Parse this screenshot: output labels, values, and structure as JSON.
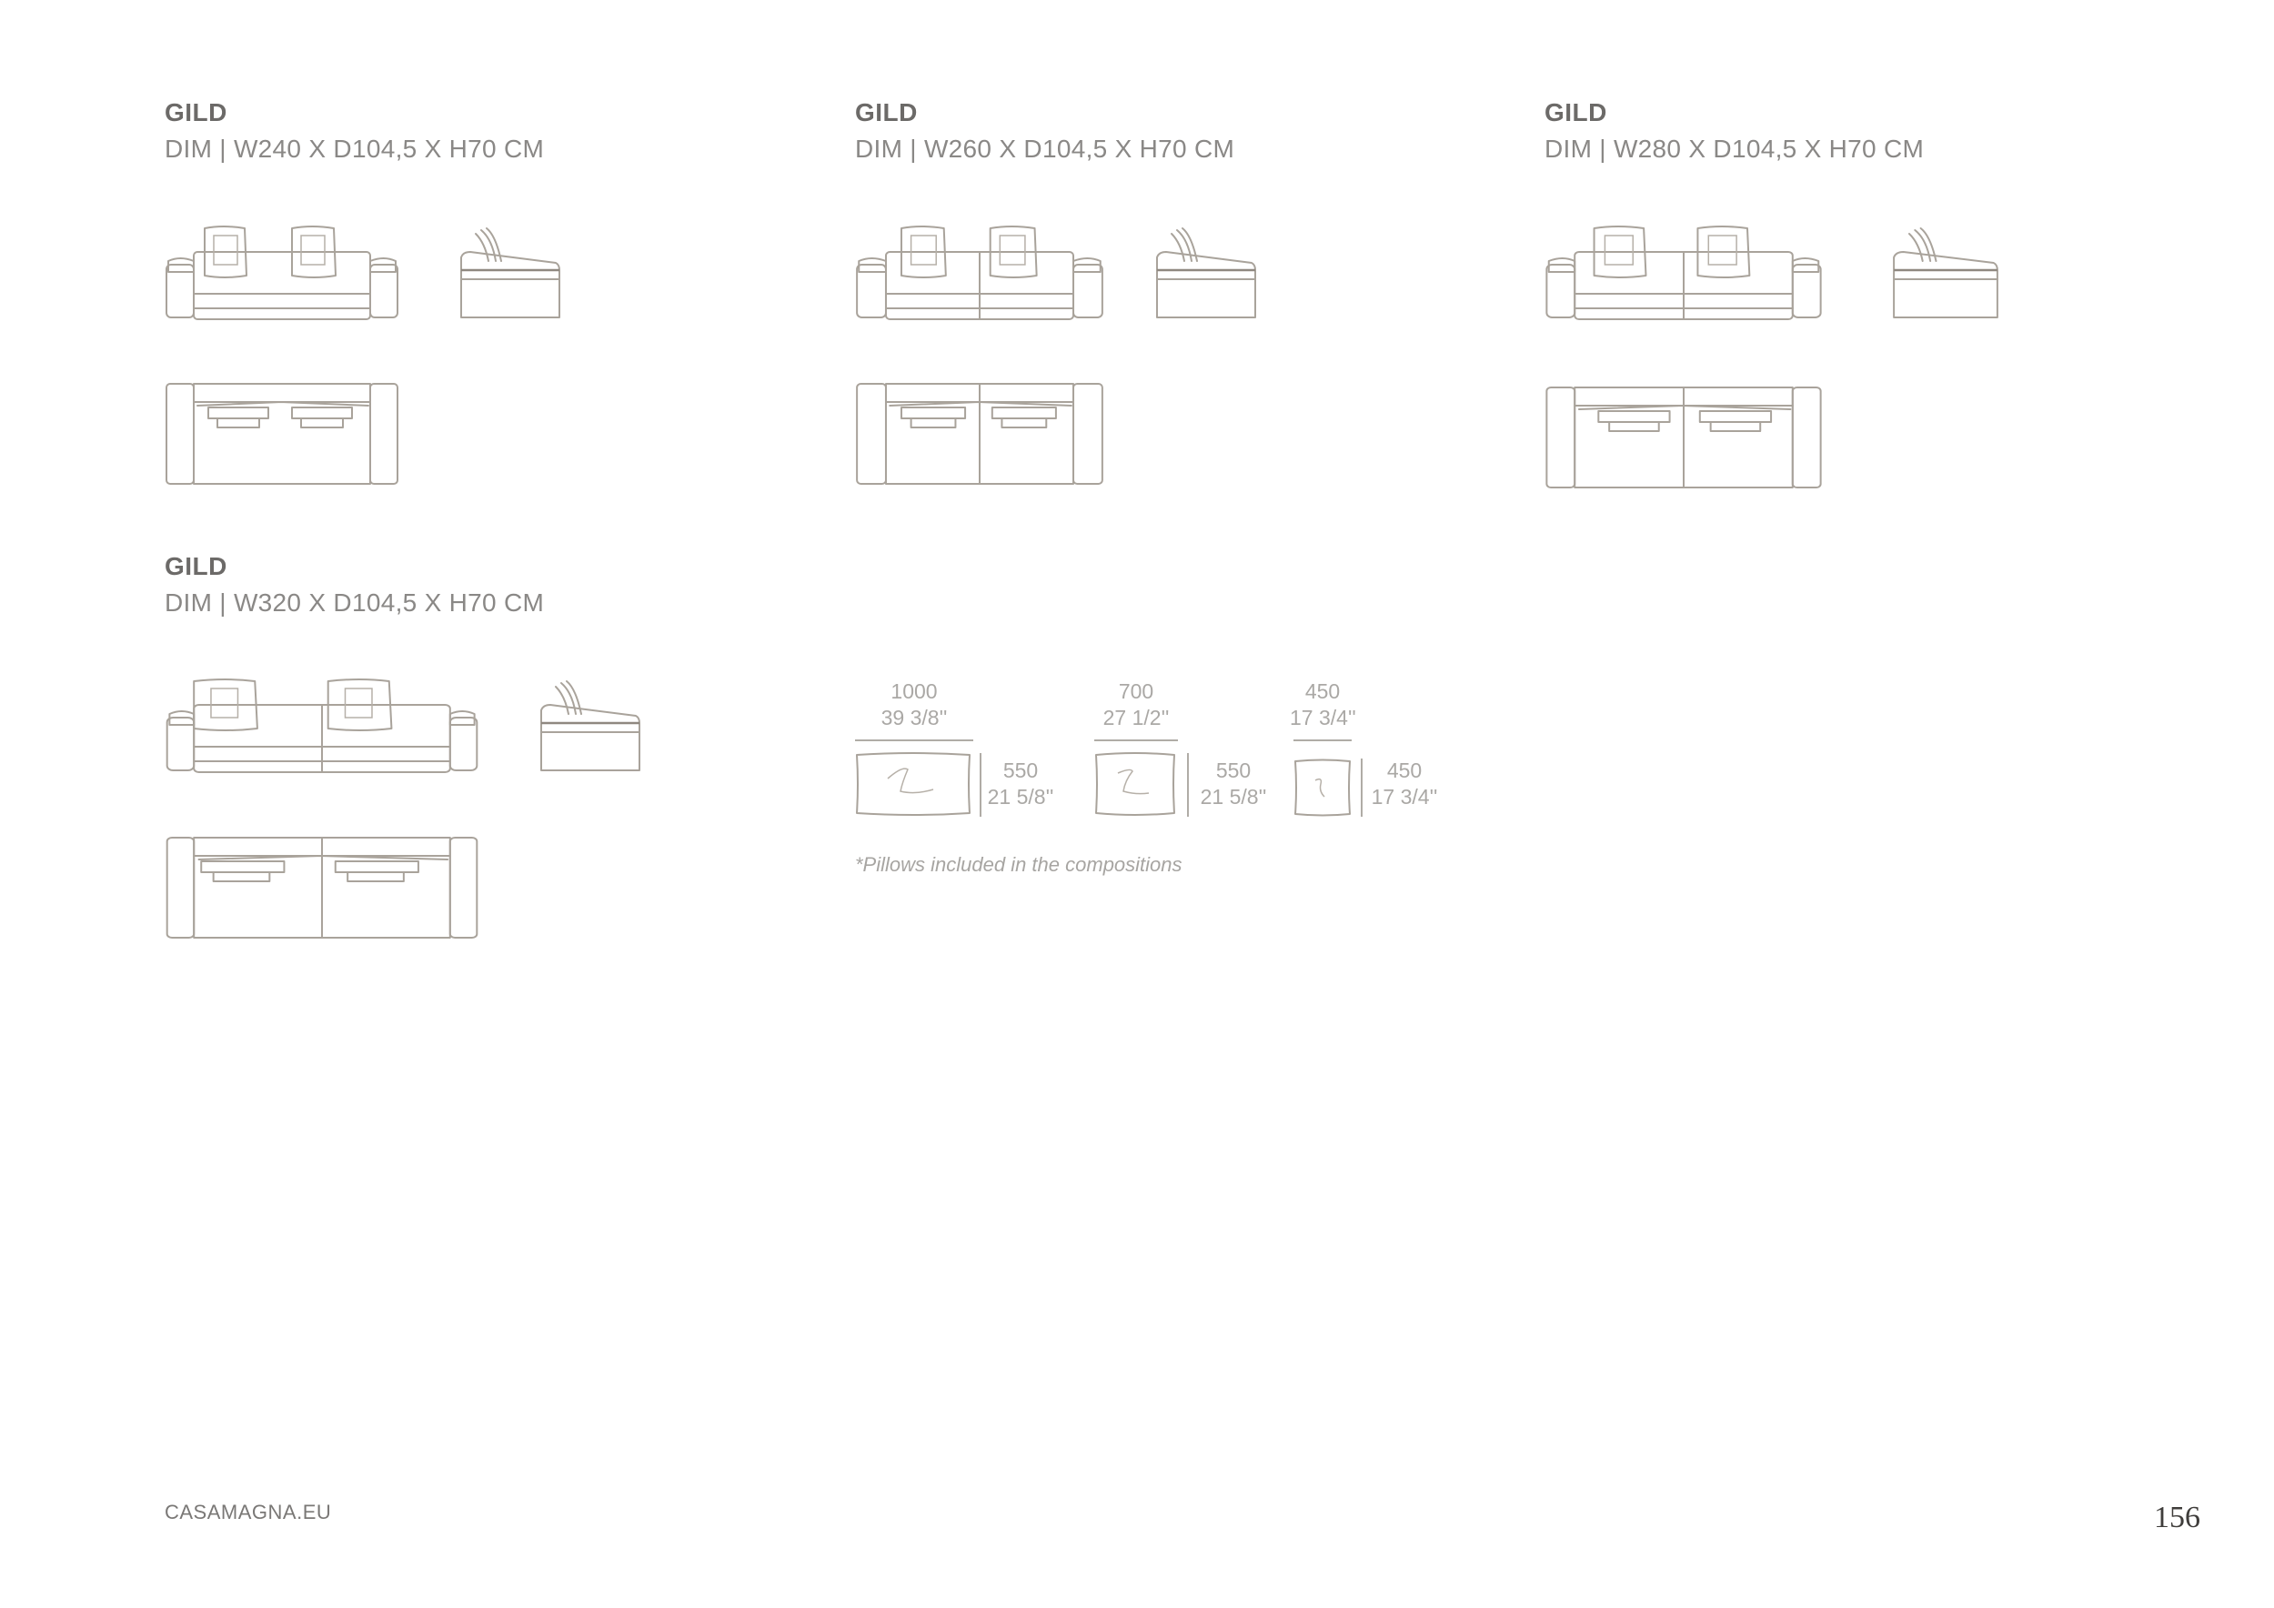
{
  "products": [
    {
      "name": "GILD",
      "dimensions": "DIM | W240 X D104,5 X H70 CM"
    },
    {
      "name": "GILD",
      "dimensions": "DIM | W260 X D104,5 X H70 CM"
    },
    {
      "name": "GILD",
      "dimensions": "DIM | W280 X D104,5 X H70 CM"
    },
    {
      "name": "GILD",
      "dimensions": "DIM | W320 X D104,5 X H70 CM"
    }
  ],
  "pillows": [
    {
      "width_mm": "1000",
      "width_in": "39 3/8''",
      "height_mm": "550",
      "height_in": "21 5/8''"
    },
    {
      "width_mm": "700",
      "width_in": "27 1/2''",
      "height_mm": "550",
      "height_in": "21 5/8''"
    },
    {
      "width_mm": "450",
      "width_in": "17 3/4''",
      "height_mm": "450",
      "height_in": "17 3/4''"
    }
  ],
  "pillow_note": "*Pillows included in the compositions",
  "footer": {
    "site": "CASAMAGNA.EU",
    "page_number": "156"
  },
  "colors": {
    "line": "#a9a39b",
    "heading": "#6c6a68",
    "text": "#8a8886",
    "muted": "#aaa8a5"
  }
}
